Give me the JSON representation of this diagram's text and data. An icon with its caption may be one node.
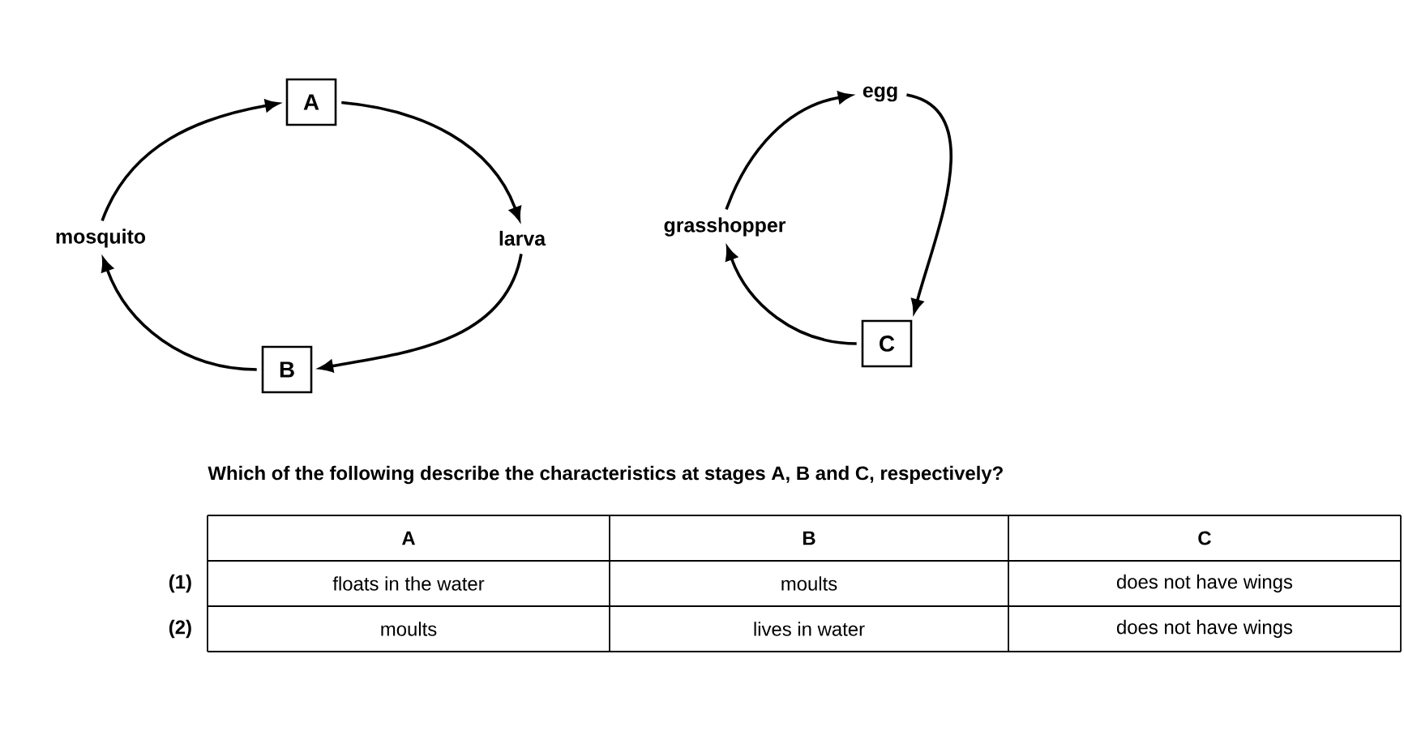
{
  "diagram": {
    "nodes": [
      {
        "text": [
          "A"
        ]
      },
      {
        "text": [
          "larva"
        ]
      },
      {
        "text": [
          "B"
        ]
      },
      {
        "text": [
          "mosquito"
        ]
      },
      {
        "text": [
          "egg"
        ]
      },
      {
        "text": [
          "C"
        ]
      },
      {
        "text": [
          "grasshopper"
        ]
      }
    ],
    "edges": [
      {
        "from": 3,
        "to": 0,
        "arrow": "to"
      },
      {
        "from": 0,
        "to": 1,
        "arrow": "to"
      },
      {
        "from": 1,
        "to": 2,
        "arrow": "to"
      },
      {
        "from": 2,
        "to": 3,
        "arrow": "to"
      },
      {
        "from": 6,
        "to": 4,
        "arrow": "to"
      },
      {
        "from": 4,
        "to": 5,
        "arrow": "to"
      },
      {
        "from": 5,
        "to": 6,
        "arrow": "to"
      }
    ],
    "labels": [
      "Which of the following describe the characteristics at stages A, B and C, respectively?",
      "A",
      "B",
      "C",
      "(1)",
      "floats in the water",
      "moults",
      "does not have wings",
      "(2)",
      "moults",
      "lives in water",
      "does not have wings"
    ]
  }
}
